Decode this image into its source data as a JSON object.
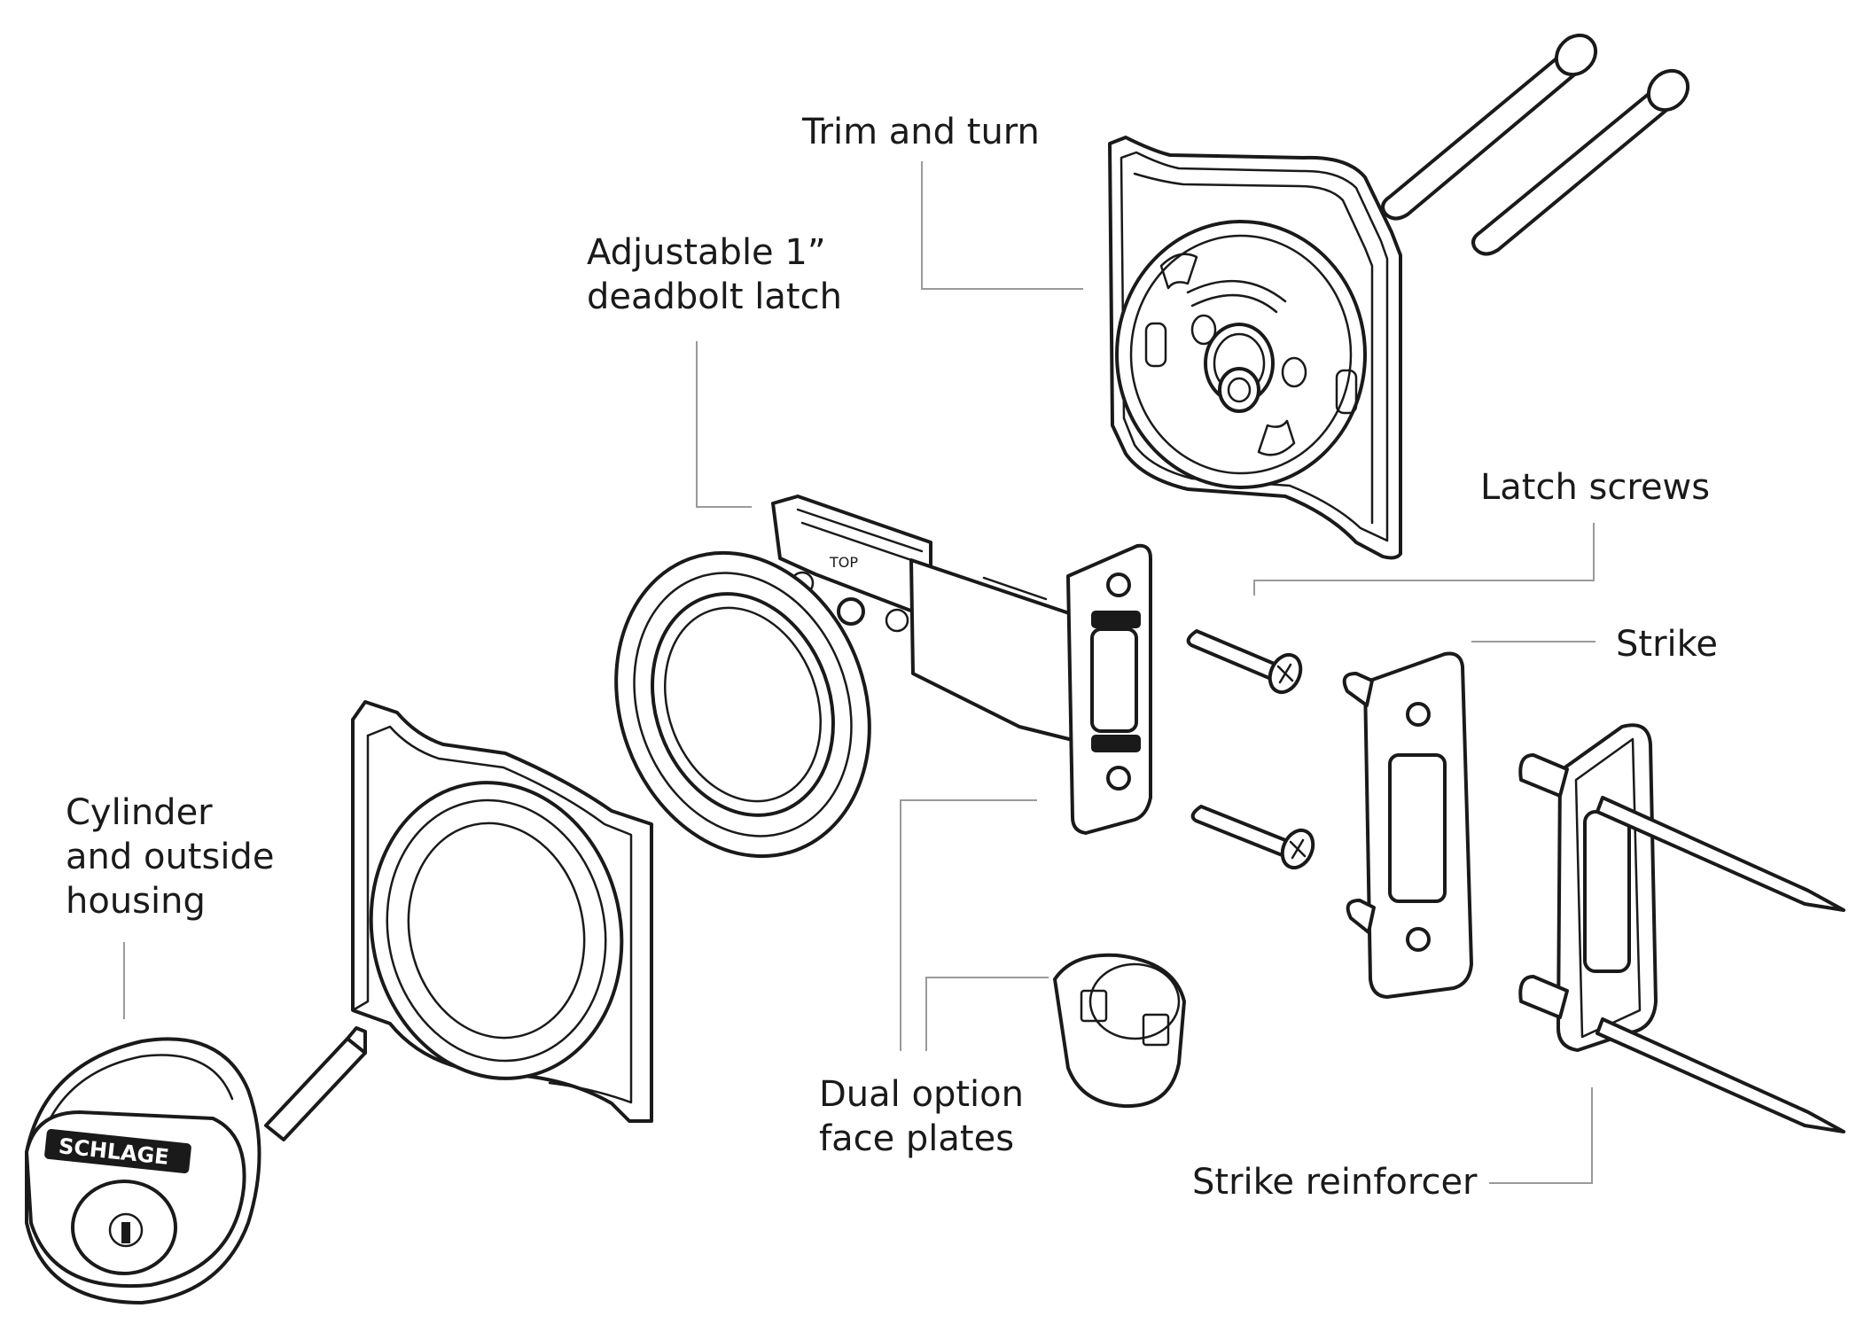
{
  "labels": {
    "trim_and_turn": "Trim and turn",
    "deadbolt_latch": [
      "Adjustable 1”",
      "deadbolt latch"
    ],
    "latch_screws": "Latch screws",
    "strike": "Strike",
    "cylinder_housing": [
      "Cylinder",
      "and outside",
      "housing"
    ],
    "dual_option_face_plates": [
      "Dual option",
      "face plates"
    ],
    "strike_reinforcer": "Strike reinforcer"
  },
  "part_markings": {
    "brand": "SCHLAGE",
    "latch_top": "TOP"
  },
  "colors": {
    "line": "#1a1a1a",
    "leader": "#9a9a9a",
    "background": "#ffffff"
  }
}
